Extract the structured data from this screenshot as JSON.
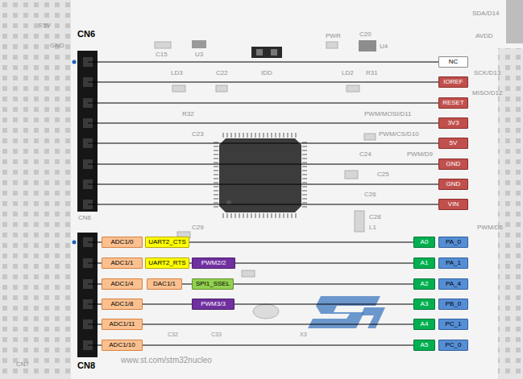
{
  "diagram": {
    "nodes": [
      {
        "text": [
          "NC"
        ]
      },
      {
        "text": [
          "IOREF"
        ]
      },
      {
        "text": [
          "RESET"
        ]
      },
      {
        "text": [
          "3V3"
        ]
      },
      {
        "text": [
          "5V"
        ]
      },
      {
        "text": [
          "GND"
        ]
      },
      {
        "text": [
          "GND"
        ]
      },
      {
        "text": [
          "VIN"
        ]
      },
      {
        "text": [
          "ADC1/0"
        ]
      },
      {
        "text": [
          "UART2_CTS"
        ]
      },
      {
        "text": [
          "A0"
        ]
      },
      {
        "text": [
          "PA_0"
        ]
      },
      {
        "text": [
          "ADC1/1"
        ]
      },
      {
        "text": [
          "UART2_RTS"
        ]
      },
      {
        "text": [
          "PWM2/2"
        ]
      },
      {
        "text": [
          "A1"
        ]
      },
      {
        "text": [
          "PA_1"
        ]
      },
      {
        "text": [
          "ADC1/4"
        ]
      },
      {
        "text": [
          "DAC1/1"
        ]
      },
      {
        "text": [
          "SPI1_SSEL"
        ]
      },
      {
        "text": [
          "A2"
        ]
      },
      {
        "text": [
          "PA_4"
        ]
      },
      {
        "text": [
          "ADC1/8"
        ]
      },
      {
        "text": [
          "PWM3/3"
        ]
      },
      {
        "text": [
          "A3"
        ]
      },
      {
        "text": [
          "PB_0"
        ]
      },
      {
        "text": [
          "ADC1/11"
        ]
      },
      {
        "text": [
          "A4"
        ]
      },
      {
        "text": [
          "PC_1"
        ]
      },
      {
        "text": [
          "ADC1/10"
        ]
      },
      {
        "text": [
          "A5"
        ]
      },
      {
        "text": [
          "PC_0"
        ]
      }
    ],
    "edges": [
      {
        "from": 9,
        "to": 10,
        "arrow": "none"
      },
      {
        "from": 13,
        "to": 14,
        "arrow": "none"
      },
      {
        "from": 14,
        "to": 15,
        "arrow": "none"
      },
      {
        "from": 18,
        "to": 19,
        "arrow": "none"
      },
      {
        "from": 19,
        "to": 20,
        "arrow": "none"
      },
      {
        "from": 22,
        "to": 23,
        "arrow": "none"
      },
      {
        "from": 23,
        "to": 24,
        "arrow": "none"
      },
      {
        "from": 26,
        "to": 27,
        "arrow": "none"
      },
      {
        "from": 29,
        "to": 30,
        "arrow": "none"
      }
    ],
    "labels": [
      "CN6",
      "E5V",
      "GND",
      "SDA/D14",
      "AVDD",
      "C15",
      "U3",
      "PWR",
      "C20",
      "U4",
      "LD3",
      "C22",
      "IDD",
      "LD2",
      "R31",
      "SCK/D13",
      "MISO/D12",
      "R32",
      "PWM/MOSI/D11",
      "C23",
      "PWM/CS/D10",
      "C24",
      "PWM/D9",
      "C25",
      "C26",
      "CN6",
      "C28",
      "L1",
      "C29",
      "PWM/D6",
      "C32",
      "C33",
      "X3",
      "www.st.com/stm32nucleo",
      "CN8",
      "CN7"
    ]
  }
}
